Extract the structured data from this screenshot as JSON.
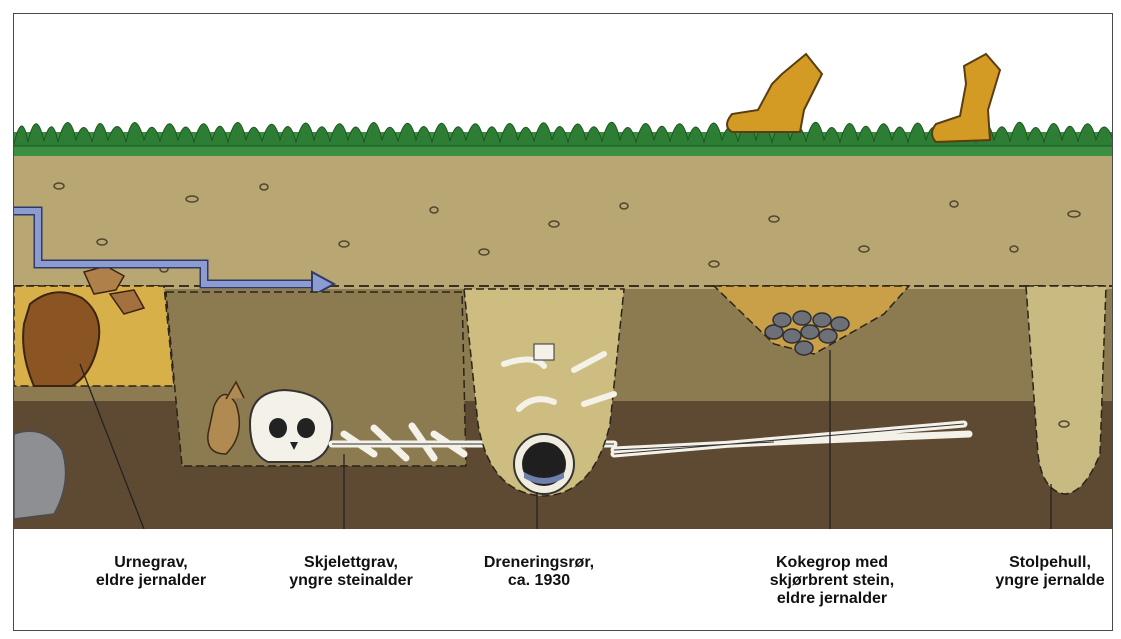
{
  "labels": {
    "urnegrav": {
      "line1": "Urnegrav,",
      "line2": "eldre jernalder"
    },
    "skjelettgrav": {
      "line1": "Skjelettgrav,",
      "line2": "yngre steinalder"
    },
    "dreneringsror": {
      "line1": "Dreneringsrør,",
      "line2": "ca. 1930"
    },
    "kokegrop": {
      "line1": "Kokegrop med",
      "line2": "skjørbrent stein,",
      "line3": "eldre jernalder"
    },
    "stolpehull": {
      "line1": "Stolpehull,",
      "line2": "yngre jernalde"
    }
  },
  "colors": {
    "grass": "#2f8a3a",
    "topsoil": "#b9a873",
    "subsoil": "#8b7a50",
    "bottom": "#5a4630",
    "boot": "#d39a24",
    "arrow": "#7f8fc6",
    "bone": "#f2f0e6",
    "stone": "#6d7076"
  }
}
